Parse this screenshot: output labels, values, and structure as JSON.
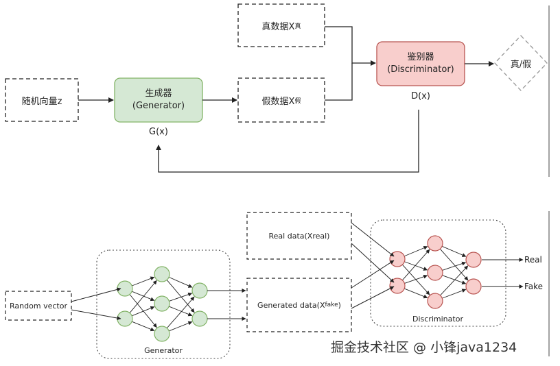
{
  "top": {
    "random_vector": "随机向量z",
    "generator_cn": "生成器",
    "generator_en": "(Generator)",
    "gx": "G(x)",
    "real_data": "真数据X",
    "real_sub": "真",
    "fake_data": "假数据X",
    "fake_sub": "假",
    "discriminator_cn": "鉴别器",
    "discriminator_en": "(Discriminator)",
    "dx": "D(x)",
    "output": "真/假"
  },
  "bottom": {
    "random_vector": "Random vector",
    "real_data": "Real data(Xreal)",
    "generated_data": "Generated data(X",
    "generated_sub": "fake",
    "generated_close": ")",
    "generator": "Generator",
    "discriminator": "Discriminator",
    "real": "Real",
    "fake": "Fake"
  },
  "watermark": "掘金技术社区 @ 小锋java1234",
  "colors": {
    "generator_fill": "#d5e8d4",
    "generator_stroke": "#82b366",
    "discriminator_fill": "#f8cecc",
    "discriminator_stroke": "#b85450",
    "line": "#222222"
  }
}
